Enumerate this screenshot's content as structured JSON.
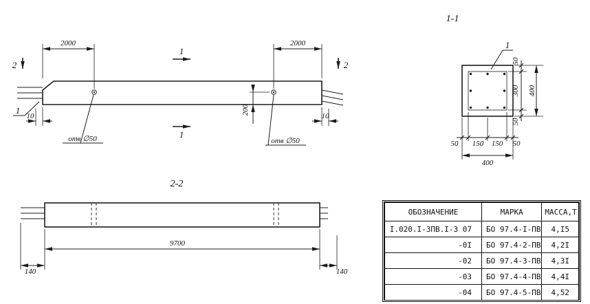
{
  "main_view": {
    "dim_span_left": "2000",
    "dim_span_right": "2000",
    "dim_height": "200",
    "dim_end_left": "10",
    "dim_end_right": "10",
    "section2_left": "2",
    "section2_right": "2",
    "section1_top": "1",
    "section1_bottom": "1",
    "end_callout": "1",
    "hole_label_left": "отв ∅50",
    "hole_label_right": "отв ∅50"
  },
  "section_1_1": {
    "title": "1-1",
    "rebar_callout": "1",
    "dim_cover_top": "50",
    "dim_core": "300",
    "dim_cover_bottom": "50",
    "dim_total_right": "400",
    "dim_b1": "50",
    "dim_b2": "150",
    "dim_b3": "150",
    "dim_b4": "50",
    "dim_total_bottom": "400"
  },
  "section_2_2": {
    "title": "2-2",
    "dim_length": "9700",
    "dim_overhang_left": "140",
    "dim_overhang_right": "140"
  },
  "table": {
    "headers": [
      "ОБОЗНАЧЕНИЕ",
      "МАРКА",
      "МАССА,Т"
    ],
    "rows": [
      [
        "I.020.I-3ПВ.I-3 07",
        "БО 97.4-I-ПВ",
        "4,I5"
      ],
      [
        "-0I",
        "БО 97.4-2-ПВ",
        "4,2I"
      ],
      [
        "-02",
        "БО 97.4-3-ПВ",
        "4,3I"
      ],
      [
        "-03",
        "БО 97.4-4-ПВ",
        "4,4I"
      ],
      [
        "-04",
        "БО 97.4-5-ПВ",
        "4,52"
      ]
    ]
  }
}
